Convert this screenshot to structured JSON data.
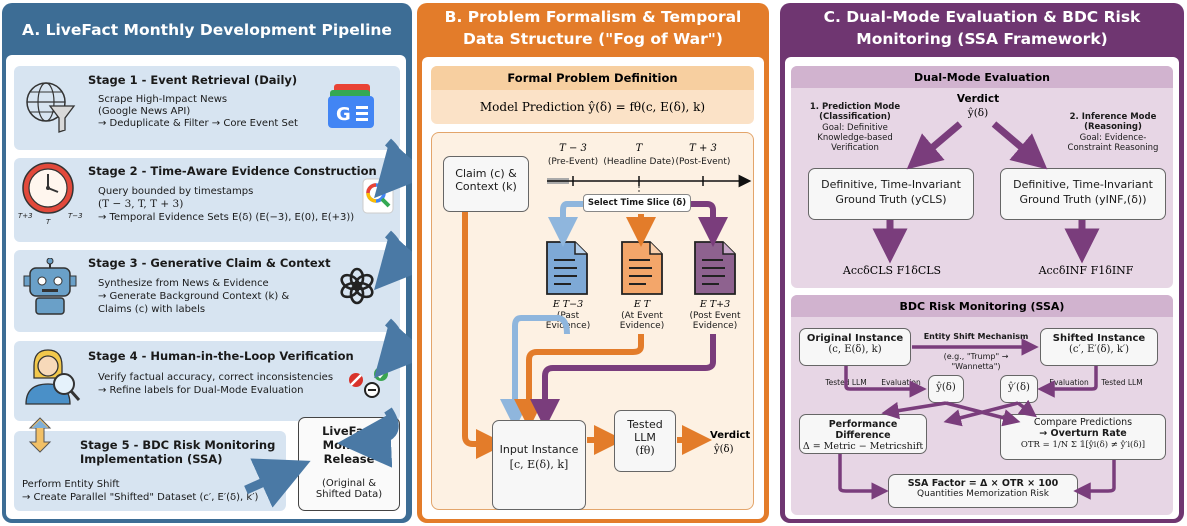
{
  "colors": {
    "panelA": "#3d6d95",
    "panelB": "#e37c2a",
    "panelC": "#6f3671",
    "lightA": "#d7e4f1",
    "lightB": "#fbe2c7",
    "lightC": "#e7d6e5"
  },
  "panelA": {
    "title": "A. LiveFact Monthly Development Pipeline",
    "stages": [
      {
        "header": "Stage 1 - Event Retrieval (Daily)",
        "lines": [
          "Scrape High-Impact News",
          "(Google News API)",
          "→ Deduplicate & Filter → Core Event Set"
        ],
        "icon": "globe-funnel-icon",
        "logo": "google-news-icon"
      },
      {
        "header": "Stage 2 - Time-Aware Evidence Construction",
        "lines": [
          "Query bounded by timestamps",
          "(T − 3, T, T + 3)",
          "→ Temporal Evidence Sets E(δ) (E(−3), E(0), E(+3))"
        ],
        "icon": "clock-icon",
        "logo": "google-search-icon",
        "clock_labels": [
          "T+3",
          "T",
          "T−3"
        ]
      },
      {
        "header": "Stage 3 - Generative Claim & Context",
        "lines": [
          "Synthesize from News & Evidence",
          "→ Generate Background Context (k) &",
          "Claims (c) with labels"
        ],
        "icon": "robot-icon",
        "logo": "openai-icon"
      },
      {
        "header": "Stage 4 - Human-in-the-Loop Verification",
        "lines": [
          "Verify factual accuracy, correct inconsistencies",
          "→ Refine labels for Dual-Mode Evaluation"
        ],
        "icon": "human-magnifier-icon",
        "logo": "status-marks-icon"
      },
      {
        "header": "Stage 5 - BDC Risk Monitoring",
        "header2": "Implementation (SSA)",
        "lines": [
          "Perform Entity Shift",
          "→ Create Parallel \"Shifted\" Dataset (c′, E′(δ), k′)"
        ]
      }
    ],
    "release": {
      "title1": "LiveFact",
      "title2": "Monthly Release",
      "sub1": "(Original &",
      "sub2": "Shifted Data)"
    }
  },
  "panelB": {
    "title1": "B. Problem Formalism & Temporal",
    "title2": "Data Structure (\"Fog of War\")",
    "formal_title": "Formal Problem Definition",
    "formal_eq": "Model Prediction  ŷ(δ) = fθ(c, E(δ), k)",
    "claim": [
      "Claim (c) &",
      "Context (k)"
    ],
    "ticks": [
      {
        "t": "T − 3",
        "s": "(Pre-Event)"
      },
      {
        "t": "T",
        "s": "(Headline Date)"
      },
      {
        "t": "T + 3",
        "s": "(Post-Event)"
      }
    ],
    "slice": "Select Time Slice (δ)",
    "docs": [
      {
        "e": "E T−3",
        "s": [
          "(Past",
          "Evidence)"
        ]
      },
      {
        "e": "E T",
        "s": [
          "(At Event",
          "Evidence)"
        ]
      },
      {
        "e": "E T+3",
        "s": [
          "(Post Event",
          "Evidence)"
        ]
      }
    ],
    "input": [
      "Input Instance",
      "[c, E(δ), k]"
    ],
    "llm": [
      "Tested",
      "LLM",
      "(fθ)"
    ],
    "verdict": "Verdict",
    "verdict_sym": "ŷ(δ)"
  },
  "panelC": {
    "title1": "C. Dual-Mode Evaluation & BDC Risk",
    "title2": "Monitoring (SSA Framework)",
    "dual": {
      "header": "Dual-Mode Evaluation",
      "verdict": "Verdict",
      "verdict_sym": "ŷ(δ)",
      "mode1": [
        "1. Prediction Mode",
        "(Classification)",
        "Goal: Definitive",
        "Knowledge-based",
        "Verification"
      ],
      "mode2": [
        "2. Inference Mode",
        "(Reasoning)",
        "Goal: Evidence-",
        "Constraint Reasoning"
      ],
      "box1": [
        "Definitive, Time-Invariant",
        "Ground Truth (yCLS)"
      ],
      "box2": [
        "Definitive, Time-Invariant",
        "Ground Truth (yINF,(δ))"
      ],
      "m1": "AccδCLS   F1δCLS",
      "m2": "AccδINF   F1δINF"
    },
    "bdc": {
      "header": "BDC Risk Monitoring (SSA)",
      "orig": [
        "Original Instance",
        "(c, E(δ), k)"
      ],
      "shift": [
        "Shifted Instance",
        "(c′, E′(δ), k′)"
      ],
      "mech": "Entity Shift Mechanism",
      "mech_ex": "(e.g., \"Trump\" → \"Wannetta\")",
      "tested": "Tested LLM",
      "evaluation": "Evaluation",
      "yhat": "ŷ(δ)",
      "yhat2": "ŷ′(δ)",
      "perf": [
        "Performance Difference",
        "Δ = Metric − Metricshift"
      ],
      "otr": [
        "Compare Predictions",
        "→ Overturn Rate",
        "OTR = 1/N Σ 𝟙[ŷi(δ) ≠ ŷ′i(δ)]"
      ],
      "ssa": [
        "SSA Factor = Δ × OTR × 100",
        "Quantities Memorization Risk"
      ]
    }
  }
}
